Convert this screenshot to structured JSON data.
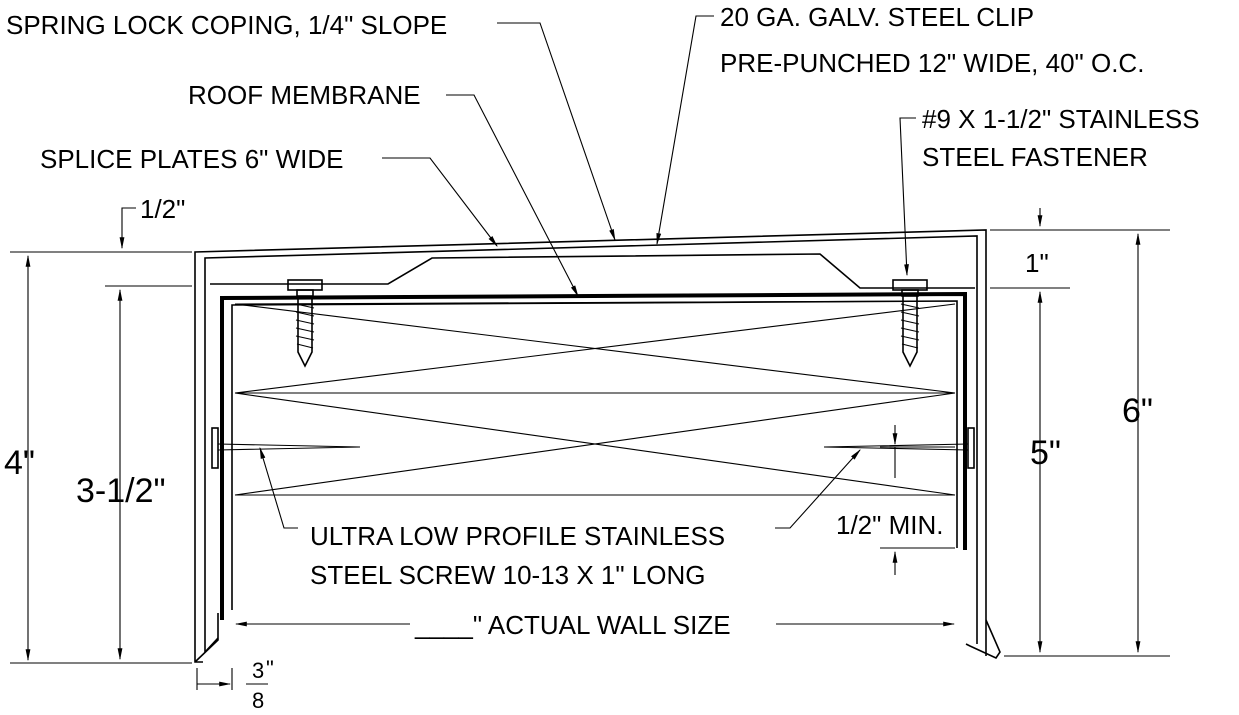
{
  "labels": {
    "coping": "SPRING LOCK COPING, 1/4\" SLOPE",
    "clip_line1": "20 GA. GALV. STEEL CLIP",
    "clip_line2": "PRE-PUNCHED 12\" WIDE,  40\" O.C.",
    "membrane": "ROOF MEMBRANE",
    "fastener_line1": "#9 X 1-1/2\" STAINLESS",
    "fastener_line2": "STEEL FASTENER",
    "splice": "SPLICE PLATES 6\" WIDE",
    "screw_line1": "ULTRA LOW PROFILE STAINLESS",
    "screw_line2": "STEEL SCREW 10-13 X 1\" LONG",
    "wall_size": "____\" ACTUAL WALL SIZE"
  },
  "dimensions": {
    "half_inch": "1/2\"",
    "four_inch": "4\"",
    "three_half": "3-1/2\"",
    "one_inch": "1\"",
    "five_inch": "5\"",
    "six_inch": "6\"",
    "half_min": "1/2\" MIN.",
    "frac_num": "3",
    "frac_den": "8",
    "frac_unit": "\""
  }
}
